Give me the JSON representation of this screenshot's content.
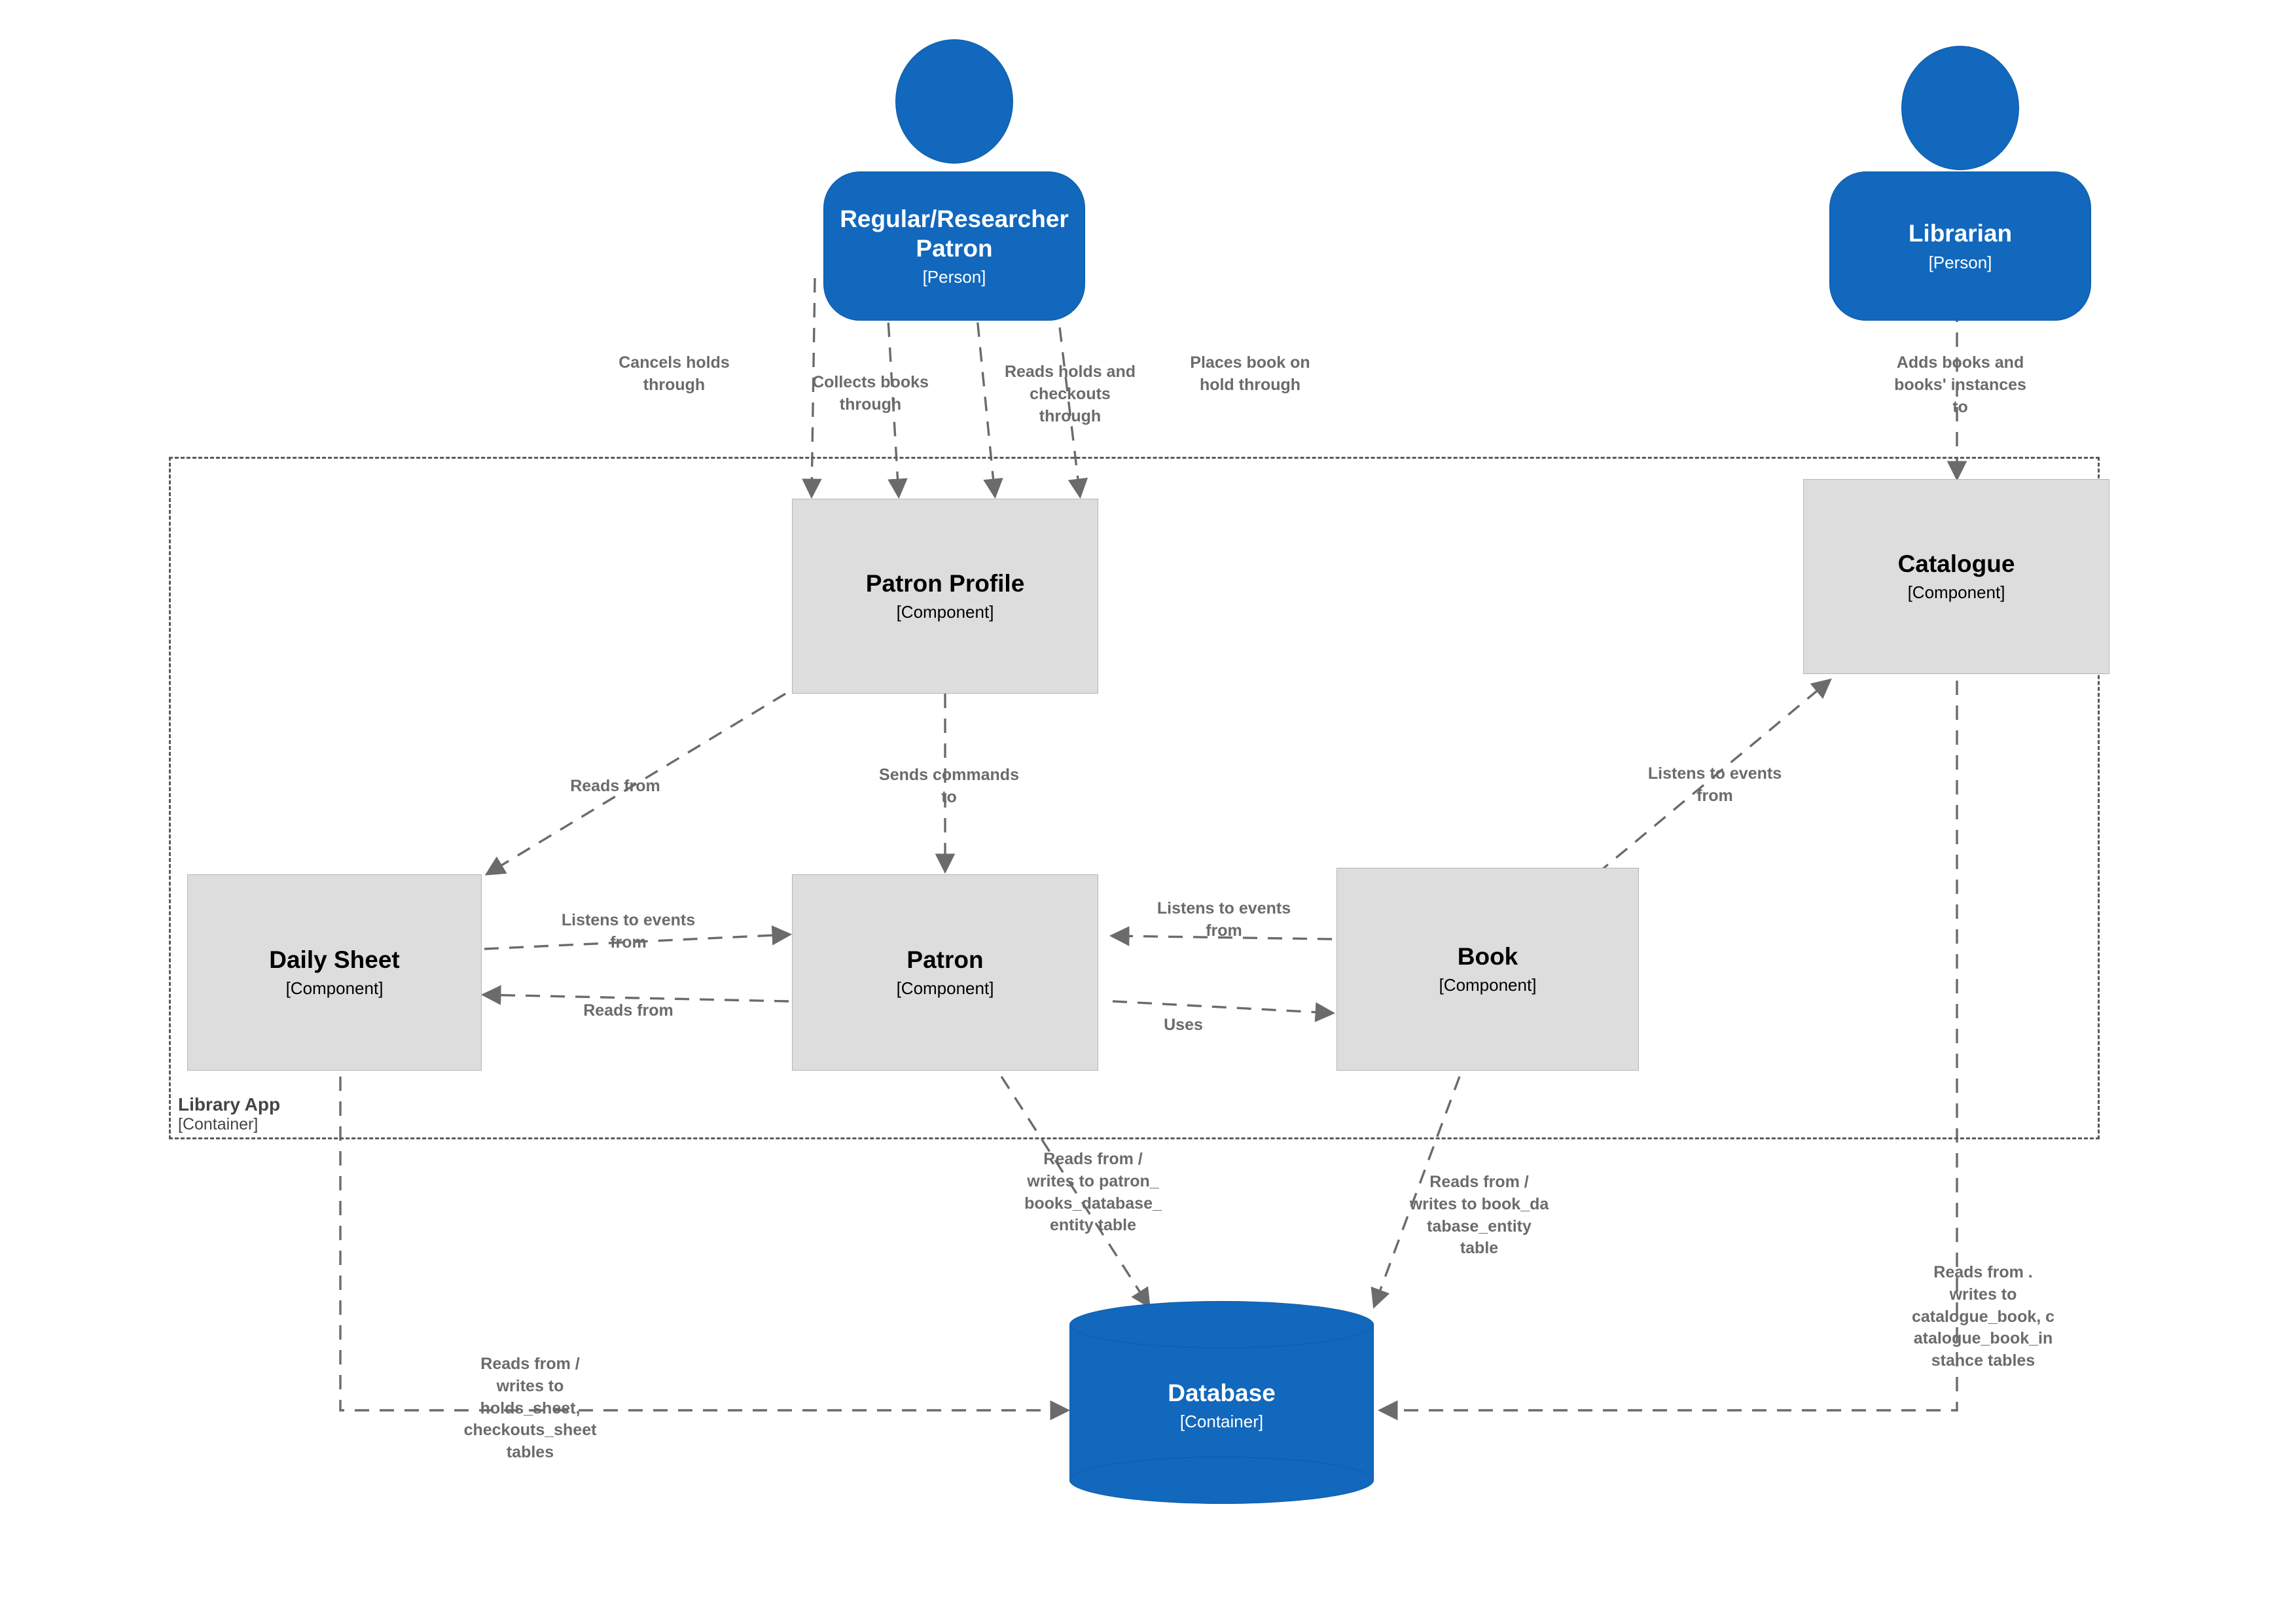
{
  "diagram": {
    "title": "Library App Component Diagram",
    "style": "C4 component diagram",
    "colors": {
      "person": "#1168BD",
      "component": "#dddddd",
      "component_border": "#b5b5b5",
      "database": "#1168BD",
      "edge": "#6b6b6b",
      "boundary": "#5a5a5a",
      "person_text": "#ffffff",
      "component_text": "#000000"
    }
  },
  "people": [
    {
      "id": "regular-researcher-patron",
      "title": "Regular/Researcher Patron",
      "type": "[Person]"
    },
    {
      "id": "librarian",
      "title": "Librarian",
      "type": "[Person]"
    }
  ],
  "boundary": {
    "title": "Library App",
    "type": "[Container]"
  },
  "components": [
    {
      "id": "patron-profile",
      "title": "Patron Profile",
      "type": "[Component]"
    },
    {
      "id": "catalogue",
      "title": "Catalogue",
      "type": "[Component]"
    },
    {
      "id": "daily-sheet",
      "title": "Daily Sheet",
      "type": "[Component]"
    },
    {
      "id": "patron",
      "title": "Patron",
      "type": "[Component]"
    },
    {
      "id": "book",
      "title": "Book",
      "type": "[Component]"
    }
  ],
  "database": {
    "id": "database",
    "title": "Database",
    "type": "[Container]"
  },
  "relationships": [
    {
      "id": "r1",
      "from": "regular-researcher-patron",
      "to": "patron-profile",
      "label": "Cancels holds\nthrough"
    },
    {
      "id": "r2",
      "from": "regular-researcher-patron",
      "to": "patron-profile",
      "label": "Collects books\nthrough"
    },
    {
      "id": "r3",
      "from": "regular-researcher-patron",
      "to": "patron-profile",
      "label": "Reads holds and\ncheckouts\nthrough"
    },
    {
      "id": "r4",
      "from": "regular-researcher-patron",
      "to": "patron-profile",
      "label": "Places book on\nhold through"
    },
    {
      "id": "r5",
      "from": "librarian",
      "to": "catalogue",
      "label": "Adds books and\nbooks' instances\nto"
    },
    {
      "id": "r6",
      "from": "patron-profile",
      "to": "daily-sheet",
      "label": "Reads from"
    },
    {
      "id": "r7",
      "from": "patron-profile",
      "to": "patron",
      "label": "Sends commands\nto"
    },
    {
      "id": "r8",
      "from": "book",
      "to": "catalogue",
      "label": "Listens to events\nfrom"
    },
    {
      "id": "r9",
      "from": "daily-sheet",
      "to": "patron",
      "label": "Listens to events\nfrom"
    },
    {
      "id": "r10",
      "from": "book",
      "to": "patron",
      "label": "Listens to events\nfrom"
    },
    {
      "id": "r11",
      "from": "patron",
      "to": "daily-sheet",
      "label": "Reads from"
    },
    {
      "id": "r12",
      "from": "patron",
      "to": "book",
      "label": "Uses"
    },
    {
      "id": "r13",
      "from": "patron",
      "to": "database",
      "label": "Reads from /\nwrites to patron_\nbooks_database_\nentity table"
    },
    {
      "id": "r14",
      "from": "book",
      "to": "database",
      "label": "Reads from /\nwrites to book_da\ntabase_entity\ntable"
    },
    {
      "id": "r15",
      "from": "catalogue",
      "to": "database",
      "label": "Reads from .\nwrites to\ncatalogue_book, c\natalogue_book_in\nstance tables"
    },
    {
      "id": "r16",
      "from": "daily-sheet",
      "to": "database",
      "label": "Reads from /\nwrites to\nholds_sheet,\ncheckouts_sheet\ntables"
    }
  ]
}
